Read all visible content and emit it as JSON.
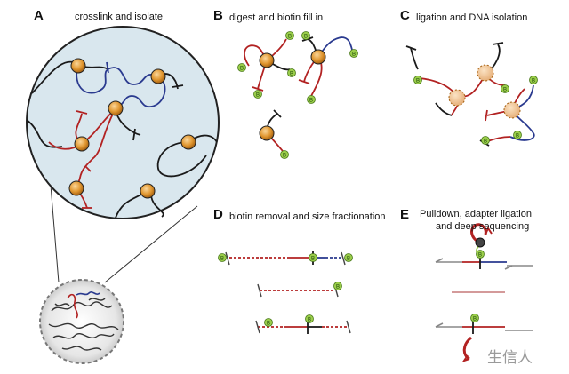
{
  "panels": {
    "a": {
      "label": "A",
      "title": "crosslink and isolate"
    },
    "b": {
      "label": "B",
      "title": "digest and biotin fill in"
    },
    "c": {
      "label": "C",
      "title": "ligation and DNA isolation"
    },
    "d": {
      "label": "D",
      "title": "biotin removal and size fractionation"
    },
    "e": {
      "label": "E",
      "title_line1": "Pulldown, adapter ligation",
      "title_line2": "and deep sequencing"
    }
  },
  "biotin_marker": "B",
  "watermark": "生信人",
  "colors": {
    "red_strand": "#b22222",
    "blue_strand": "#2a3a8f",
    "black_strand": "#1a1a1a",
    "protein": "#e0962f",
    "biotin": "#9acd4a",
    "nucleus": "#d9e7ee",
    "cell": "#d8d8d8"
  }
}
